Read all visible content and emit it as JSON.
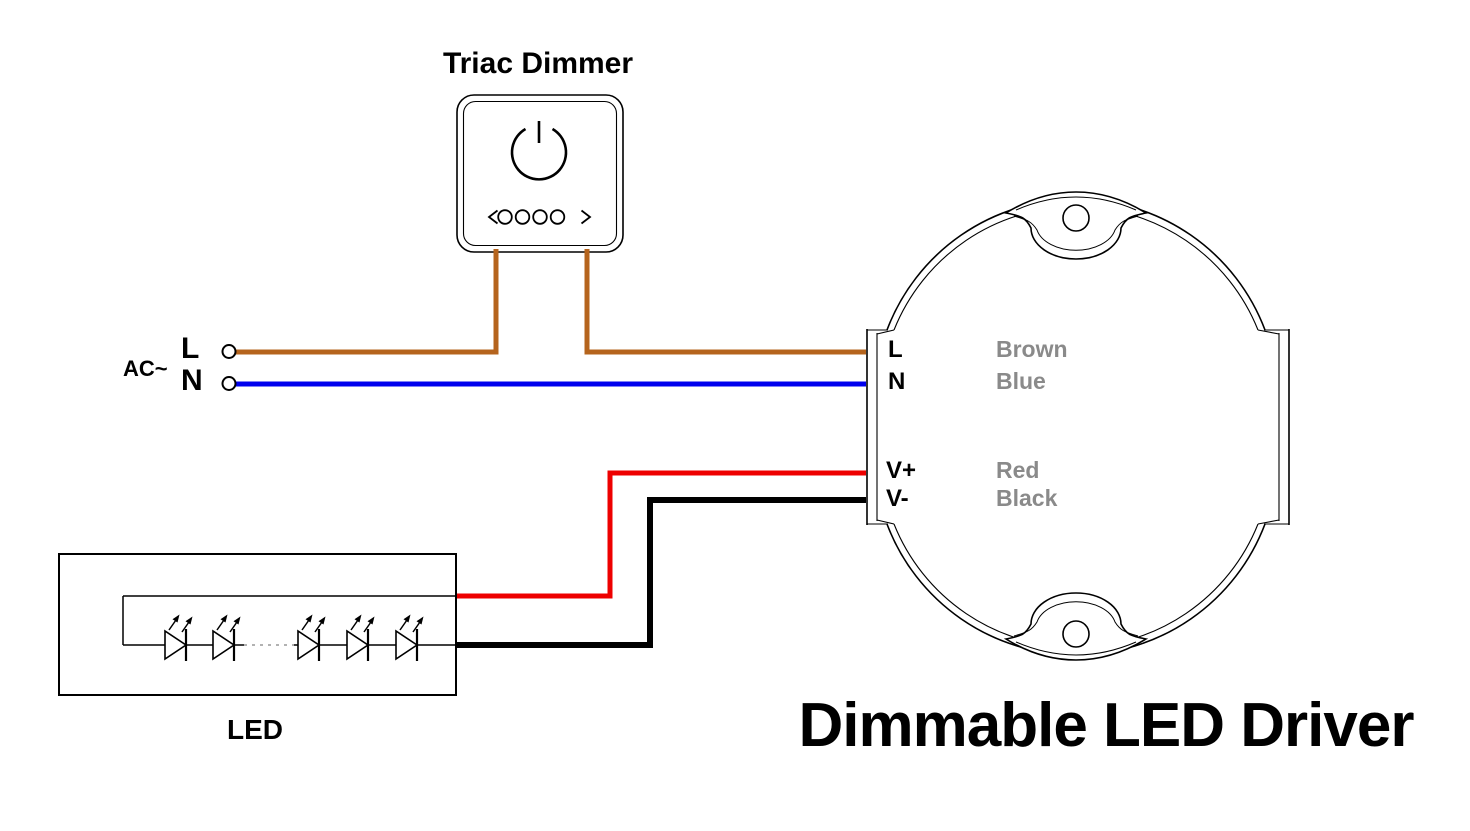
{
  "title": "Dimmable LED Driver",
  "dimmer": {
    "label": "Triac Dimmer"
  },
  "source": {
    "label": "AC~",
    "live": "L",
    "neutral": "N"
  },
  "driver": {
    "port_live": "L",
    "port_neutral": "N",
    "port_vplus": "V+",
    "port_vminus": "V-",
    "wire_live": "Brown",
    "wire_neutral": "Blue",
    "wire_vplus": "Red",
    "wire_vminus": "Black"
  },
  "led": {
    "label": "LED"
  },
  "colors": {
    "brown": "#b5641d",
    "blue": "#0000ee",
    "red": "#ee0000",
    "black": "#000000",
    "wire_label_gray": "#8a8a8a"
  }
}
